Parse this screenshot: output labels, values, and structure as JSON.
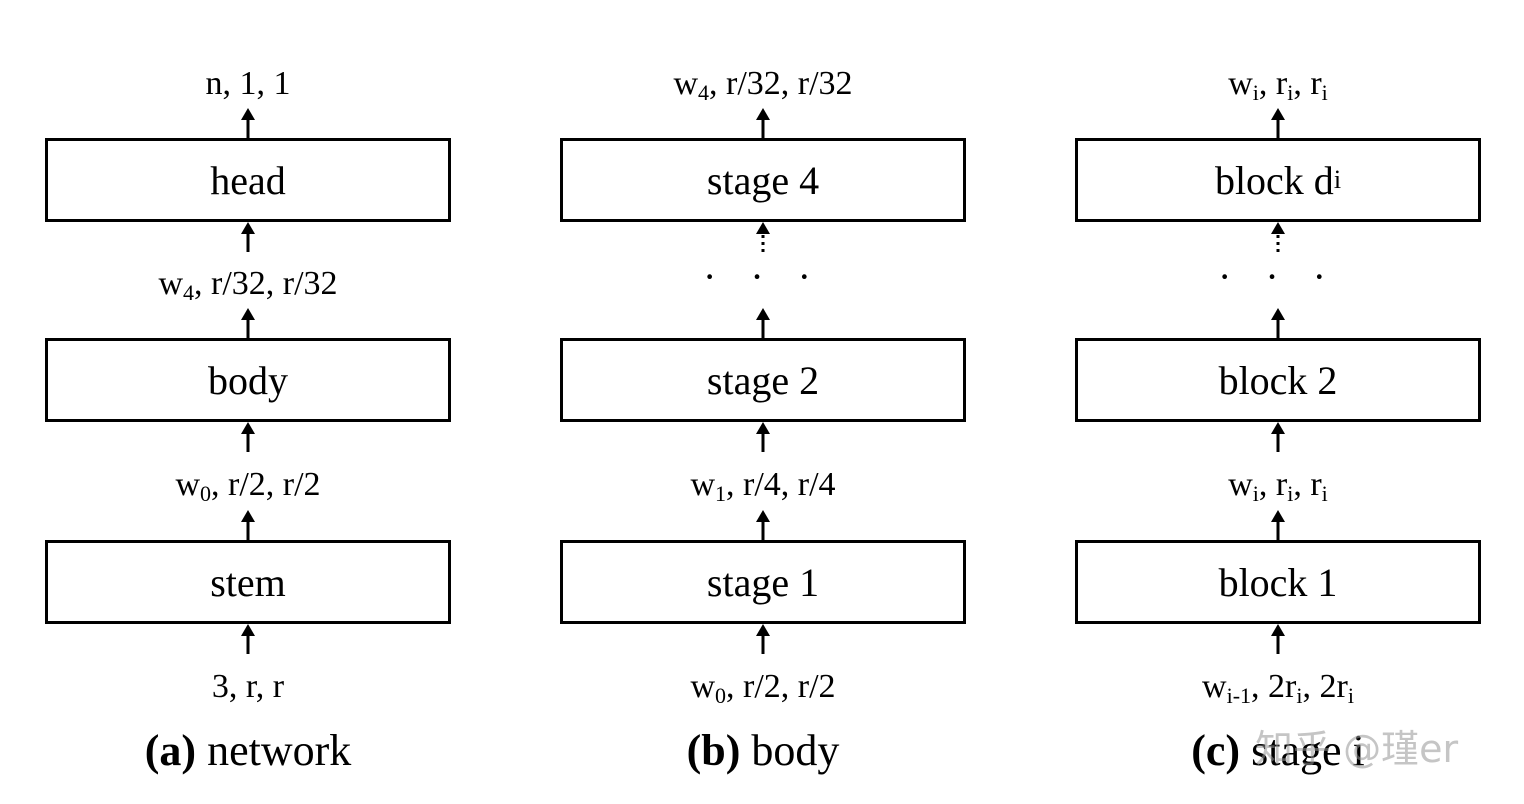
{
  "panels": [
    {
      "caption_letter": "(a)",
      "caption_text": " network",
      "top_label": [
        "n, 1, 1",
        ""
      ],
      "boxes": [
        "head",
        "body",
        "stem"
      ],
      "mid_label_upper": [
        "w",
        "4",
        ", r/32, r/32"
      ],
      "mid_label_lower": [
        "w",
        "0",
        ", r/2, r/2"
      ],
      "bottom_label": [
        "3, r, r",
        ""
      ]
    },
    {
      "caption_letter": "(b)",
      "caption_text": " body",
      "top_label": [
        "w",
        "4",
        ", r/32, r/32"
      ],
      "boxes": [
        "stage 4",
        "stage 2",
        "stage 1"
      ],
      "mid_label_lower": [
        "w",
        "1",
        ", r/4, r/4"
      ],
      "bottom_label": [
        "w",
        "0",
        ", r/2, r/2"
      ],
      "dots": "· · ·"
    },
    {
      "caption_letter": "(c)",
      "caption_text": " stage i",
      "top_label": [
        "w",
        "i",
        ", r",
        "i",
        ", r",
        "i"
      ],
      "box_top": [
        "block d",
        "i"
      ],
      "boxes": [
        "block 2",
        "block 1"
      ],
      "mid_label_lower": [
        "w",
        "i",
        ", r",
        "i",
        ", r",
        "i"
      ],
      "bottom_label": [
        "w",
        "i-1",
        ", 2r",
        "i",
        ", 2r",
        "i"
      ],
      "dots": "· · ·"
    }
  ],
  "watermark": "知乎 @瑾er"
}
